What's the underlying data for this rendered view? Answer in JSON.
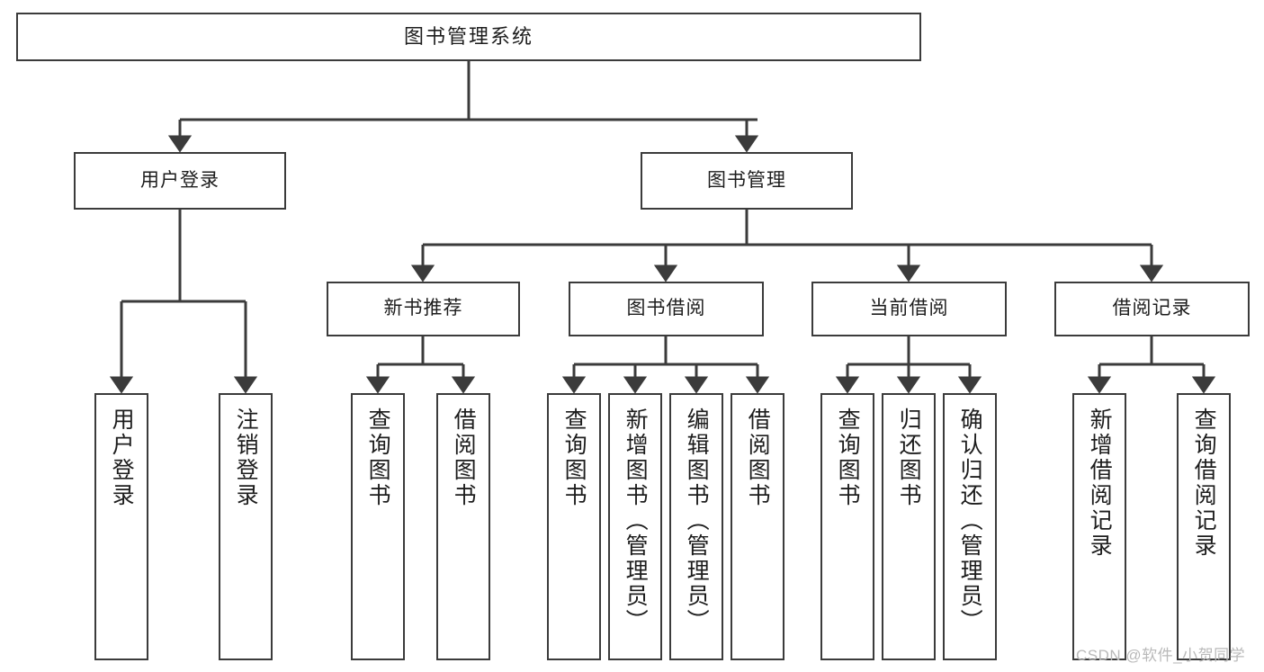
{
  "diagram": {
    "title": "图书管理系统",
    "type": "tree",
    "watermark": "CSDN @软件_小贺同学",
    "colors": {
      "stroke": "#3b3b3b",
      "fill": "#ffffff",
      "text": "#1d1d1d",
      "watermark": "#b9b9b9"
    },
    "nodes": {
      "root": {
        "label": "图书管理系统"
      },
      "level2": [
        {
          "id": "user-login",
          "label": "用户登录"
        },
        {
          "id": "book-manage",
          "label": "图书管理"
        }
      ],
      "level3": [
        {
          "id": "new-book-rec",
          "label": "新书推荐"
        },
        {
          "id": "book-borrow",
          "label": "图书借阅"
        },
        {
          "id": "current-borrow",
          "label": "当前借阅"
        },
        {
          "id": "borrow-record",
          "label": "借阅记录"
        }
      ],
      "leaves": {
        "user-login": [
          {
            "id": "leaf-user-login",
            "label": "用户登录"
          },
          {
            "id": "leaf-user-logout",
            "label": "注销登录"
          }
        ],
        "new-book-rec": [
          {
            "id": "leaf-query-book-1",
            "label": "查询图书"
          },
          {
            "id": "leaf-borrow-book-1",
            "label": "借阅图书"
          }
        ],
        "book-borrow": [
          {
            "id": "leaf-query-book-2",
            "label": "查询图书"
          },
          {
            "id": "leaf-add-book",
            "label": "新增图书（管理员）"
          },
          {
            "id": "leaf-edit-book",
            "label": "编辑图书（管理员）"
          },
          {
            "id": "leaf-borrow-book-2",
            "label": "借阅图书"
          }
        ],
        "current-borrow": [
          {
            "id": "leaf-query-book-3",
            "label": "查询图书"
          },
          {
            "id": "leaf-return-book",
            "label": "归还图书"
          },
          {
            "id": "leaf-confirm-return",
            "label": "确认归还（管理员）"
          }
        ],
        "borrow-record": [
          {
            "id": "leaf-add-record",
            "label": "新增借阅记录"
          },
          {
            "id": "leaf-query-record",
            "label": "查询借阅记录"
          }
        ]
      }
    }
  }
}
